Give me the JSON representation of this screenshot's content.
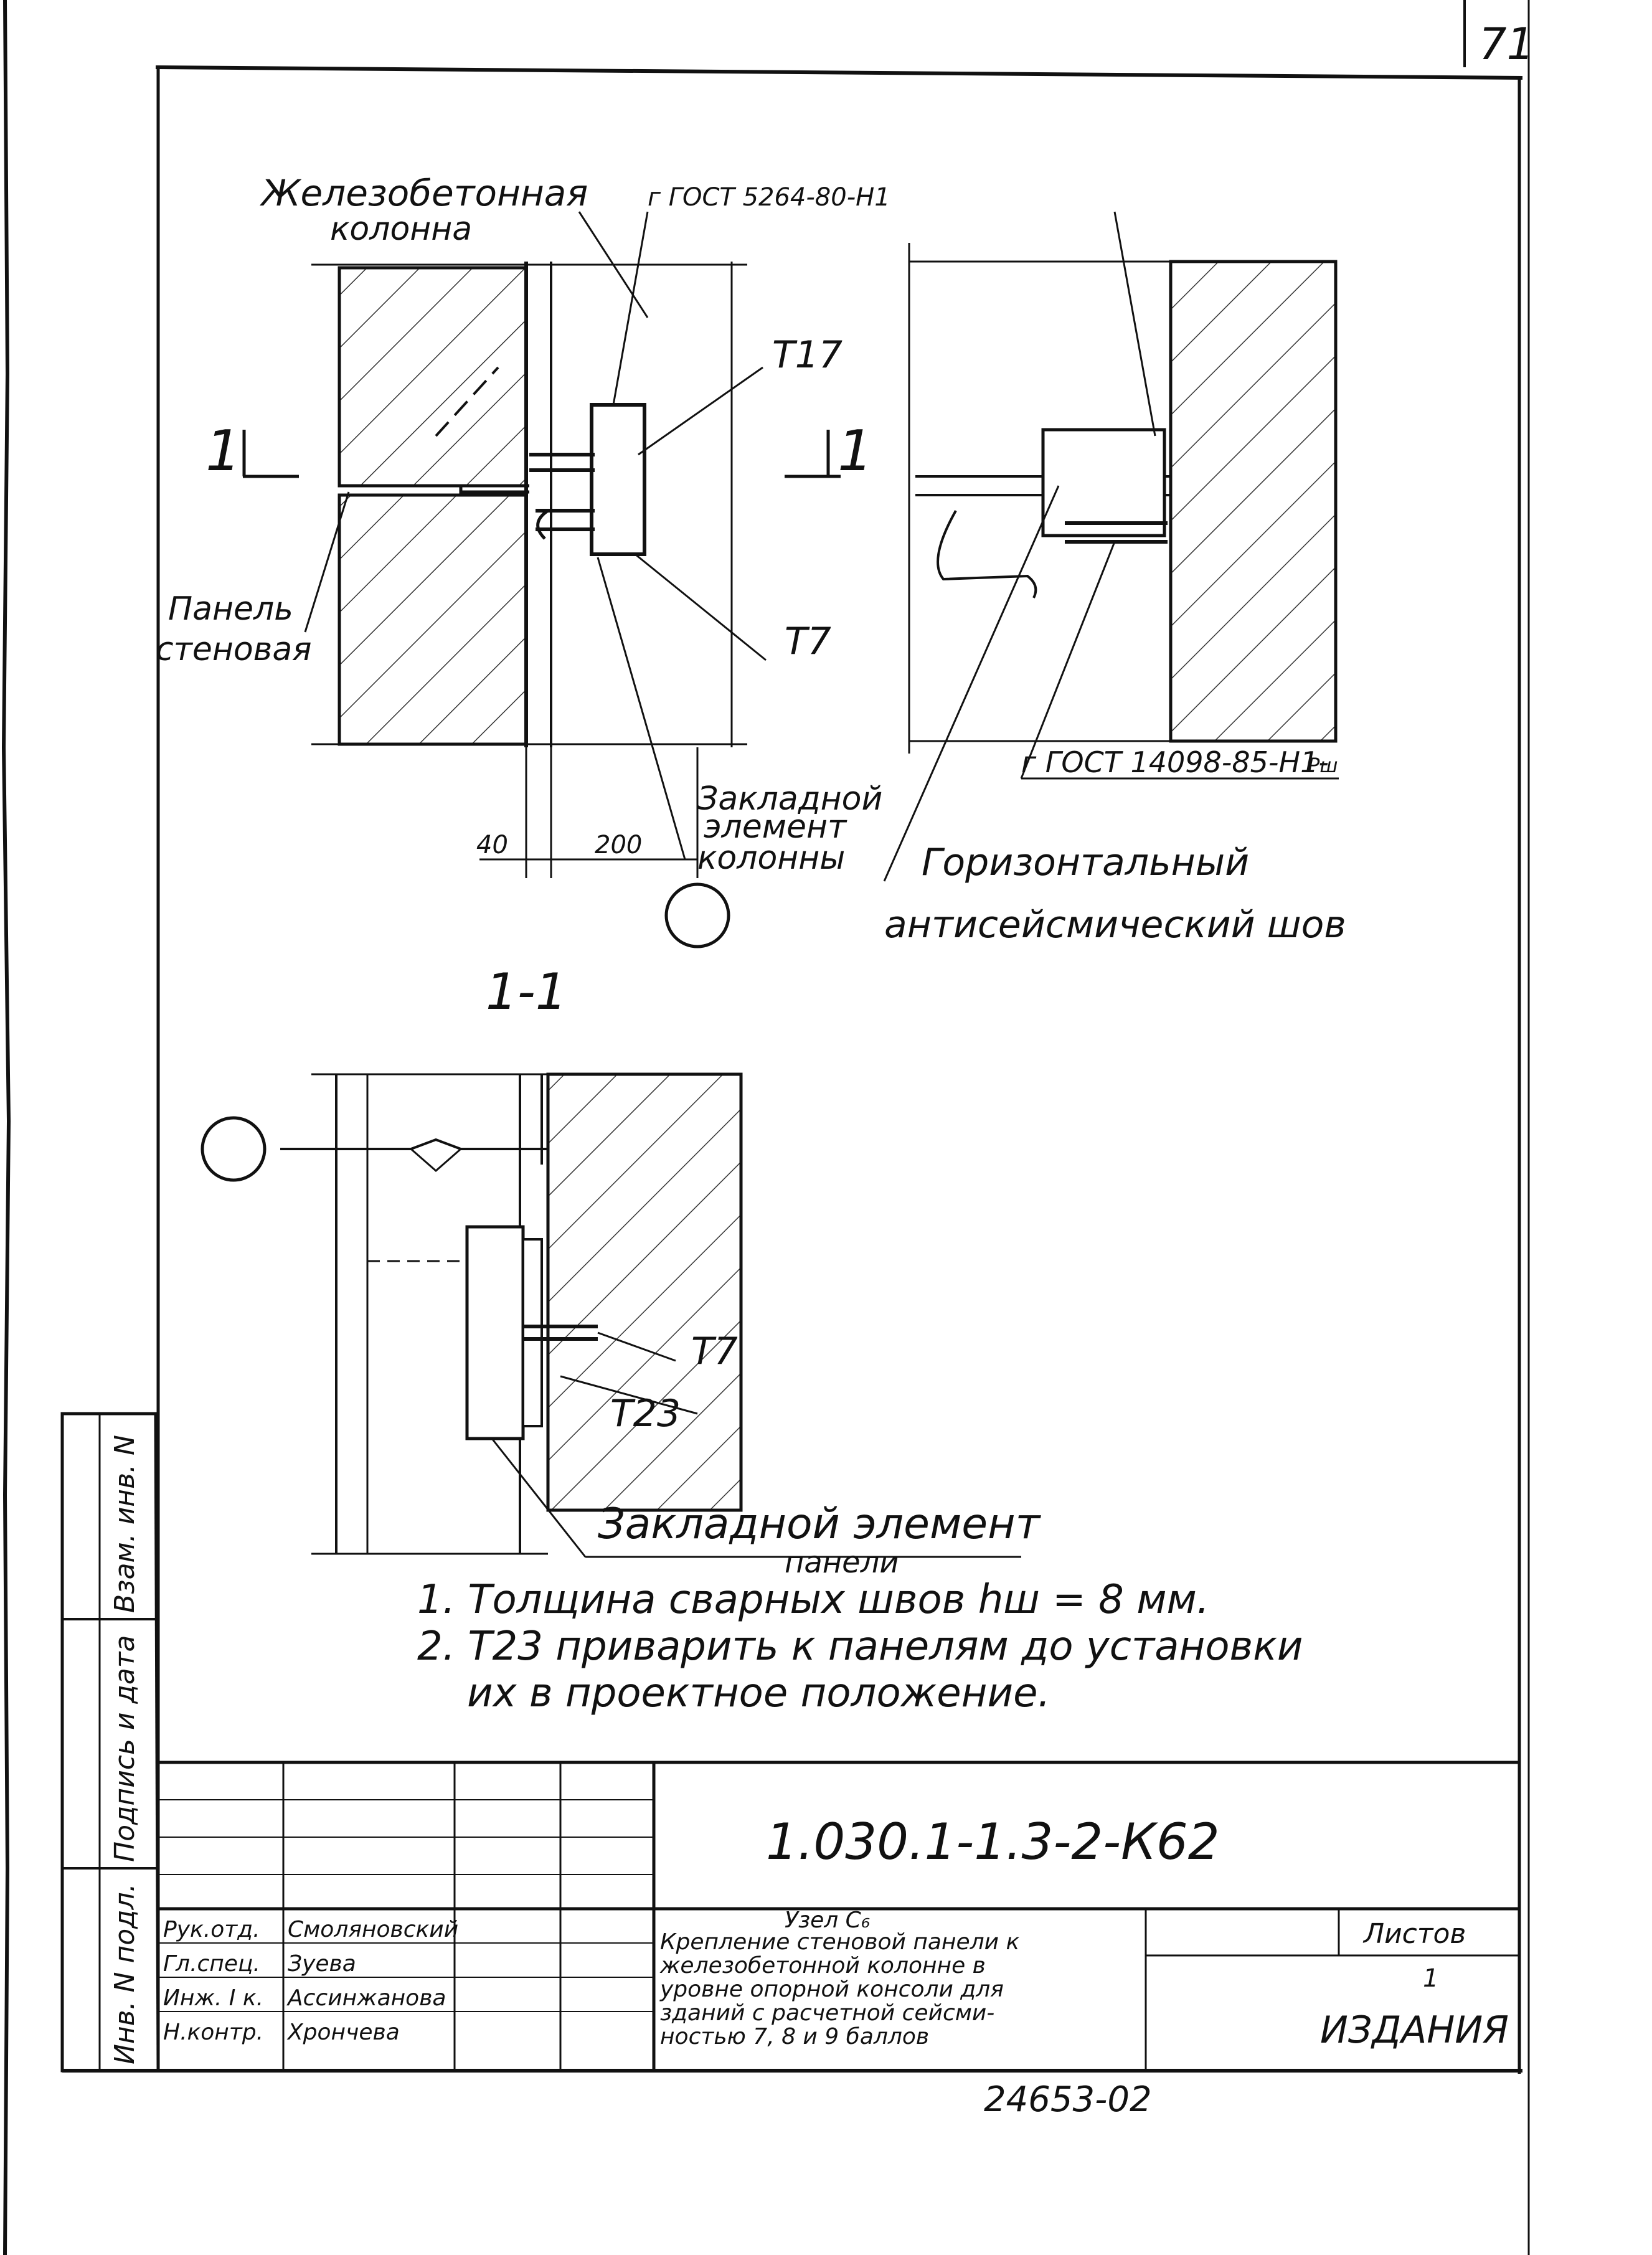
{
  "sheet_number": "71",
  "labels": {
    "column_line1": "Железобетонная",
    "column_line2": "колонна",
    "gost_top": "г ГОСТ 5264-80-Н1",
    "t17": "Т17",
    "t7_top": "Т7",
    "t7_section": "Т7",
    "t23": "Т23",
    "panel_line1": "Панель",
    "panel_line2": "стеновая",
    "section_mark_left": "1",
    "section_mark_right": "1",
    "embed_col_line1": "Закладной",
    "embed_col_line2": "элемент",
    "embed_col_line3": "колонны",
    "gost_right": "г ГОСТ 14098-85-Н1-",
    "gost_right_sub": "Рш",
    "seam_line1": "Горизонтальный",
    "seam_line2": "антисейсмический шов",
    "section_title": "1-1",
    "embed_panel_line1": "Закладной элемент",
    "embed_panel_line2": "панели"
  },
  "dimensions": {
    "dim_40": "40",
    "dim_200": "200"
  },
  "notes": [
    "1. Толщина сварных швов hш = 8 мм.",
    "2. Т23 приварить к панелям до установки",
    "их в проектное положение."
  ],
  "title_block": {
    "code": "1.030.1-1.3-2-К62",
    "description_lines": [
      "Узел С₆",
      "Крепление стеновой панели к",
      "железобетонной колонне в",
      "уровне опорной консоли для",
      "зданий с расчетной сейсми-",
      "ностью 7, 8 и 9 баллов"
    ],
    "sheets_label": "Листов",
    "sheet_value": "1",
    "org": "ИЗДАНИЯ",
    "staff": [
      {
        "role": "Рук.отд.",
        "name": "Смоляновский"
      },
      {
        "role": "Гл.спец.",
        "name": "Зуева"
      },
      {
        "role": "Инж. I к.",
        "name": "Ассинжанова"
      },
      {
        "role": "Н.контр.",
        "name": "Хрончева"
      }
    ],
    "archive_no": "24653-02"
  },
  "side_stamp": [
    "Взам. инв. N",
    "Подпись и дата",
    "Инв. N подл."
  ]
}
